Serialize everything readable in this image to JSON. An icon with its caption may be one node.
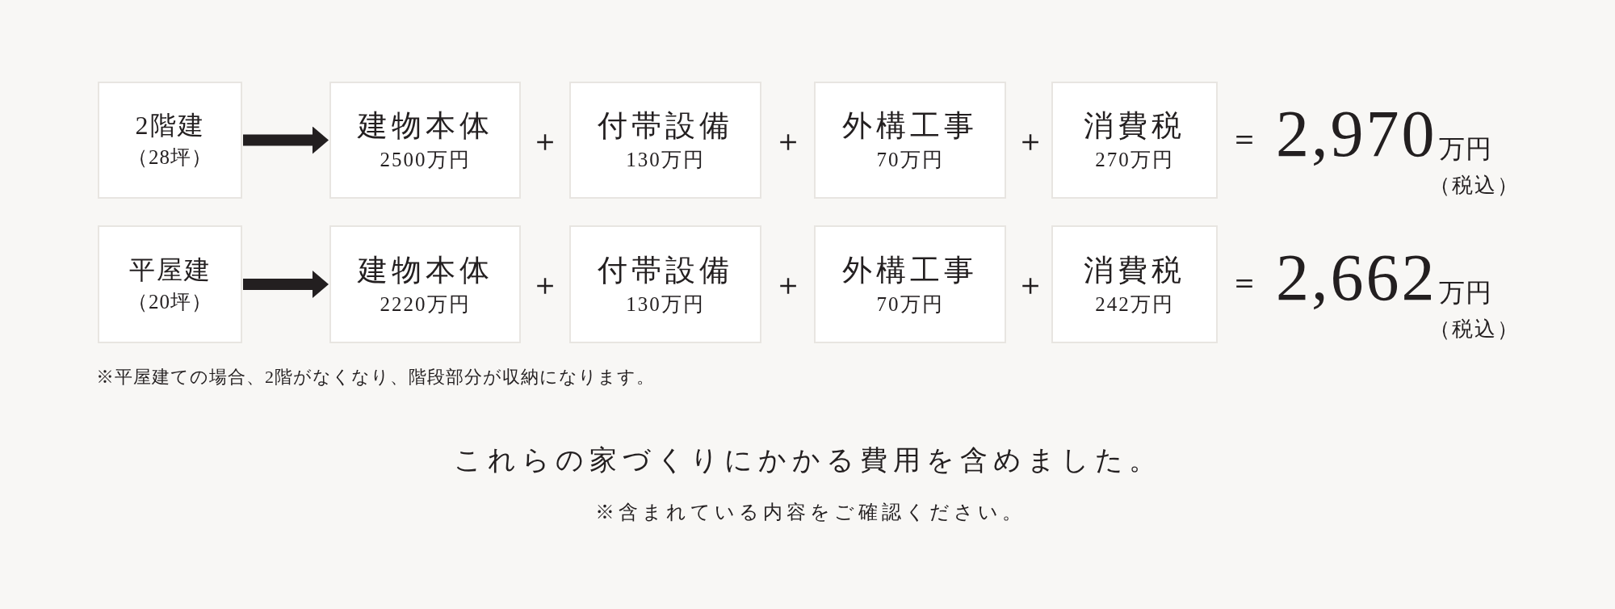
{
  "diagram": {
    "nodes": [
      {
        "text": [
          "2階建",
          "（28坪）"
        ]
      },
      {
        "text": [
          "建物本体",
          "2500万円"
        ]
      },
      {
        "text": [
          "付帯設備",
          "130万円"
        ]
      },
      {
        "text": [
          "外構工事",
          "70万円"
        ]
      },
      {
        "text": [
          "消費税",
          "270万円"
        ]
      },
      {
        "text": [
          "平屋建",
          "（20坪）"
        ]
      },
      {
        "text": [
          "建物本体",
          "2220万円"
        ]
      },
      {
        "text": [
          "付帯設備",
          "130万円"
        ]
      },
      {
        "text": [
          "外構工事",
          "70万円"
        ]
      },
      {
        "text": [
          "消費税",
          "242万円"
        ]
      }
    ],
    "edges": [
      {
        "from": 0,
        "to": 1,
        "arrow": "to"
      },
      {
        "from": 5,
        "to": 6,
        "arrow": "to"
      }
    ],
    "labels": [
      "＋",
      "＋",
      "＋",
      "＝",
      "2,970",
      "万円",
      "（税込）",
      "＋",
      "＋",
      "＋",
      "＝",
      "2,662",
      "万円",
      "（税込）",
      "※平屋建ての場合、2階がなくなり、階段部分が収納になります。",
      "これらの家づくりにかかる費用を含めました。",
      "※含まれている内容をご確認ください。"
    ]
  }
}
